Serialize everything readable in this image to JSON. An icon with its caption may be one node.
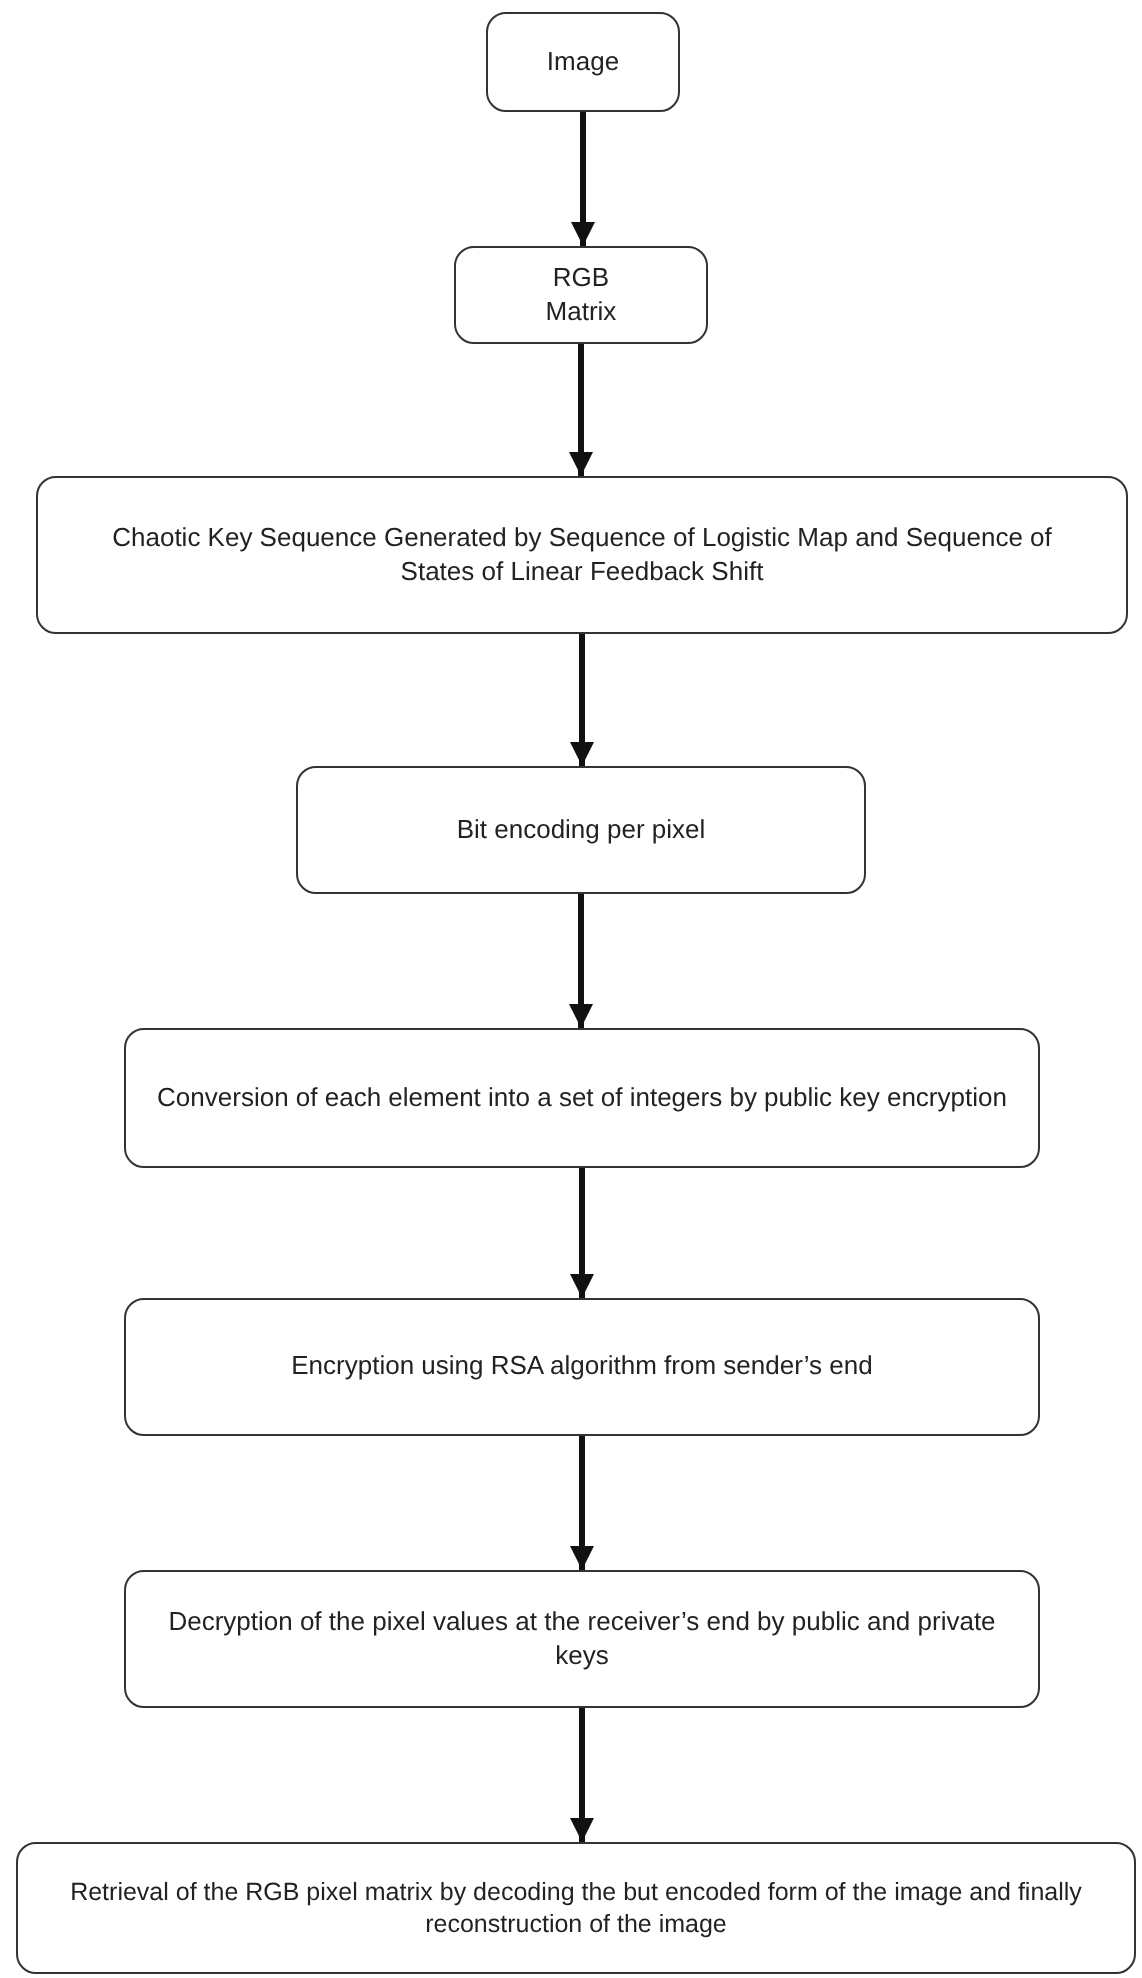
{
  "diagram": {
    "nodes": [
      {
        "text": [
          "Image"
        ]
      },
      {
        "text": [
          "RGB Matrix"
        ]
      },
      {
        "text": [
          "Chaotic Key Sequence Generated by Sequence of Logistic Map and Sequence of States of Linear Feedback Shift"
        ]
      },
      {
        "text": [
          "Bit encoding per pixel"
        ]
      },
      {
        "text": [
          "Conversion of each element into a set of integers by public key encryption"
        ]
      },
      {
        "text": [
          "Encryption using RSA algorithm from sender’s end"
        ]
      },
      {
        "text": [
          "Decryption of the pixel values at the receiver’s end by public and private keys"
        ]
      },
      {
        "text": [
          "Retrieval of the RGB pixel matrix by decoding the but encoded form of the image and finally reconstruction of the image"
        ]
      }
    ],
    "edges": [
      {
        "from": 0,
        "to": 1,
        "arrow": "to"
      },
      {
        "from": 1,
        "to": 2,
        "arrow": "to"
      },
      {
        "from": 2,
        "to": 3,
        "arrow": "to"
      },
      {
        "from": 3,
        "to": 4,
        "arrow": "to"
      },
      {
        "from": 4,
        "to": 5,
        "arrow": "to"
      },
      {
        "from": 5,
        "to": 6,
        "arrow": "to"
      },
      {
        "from": 6,
        "to": 7,
        "arrow": "to"
      }
    ]
  }
}
